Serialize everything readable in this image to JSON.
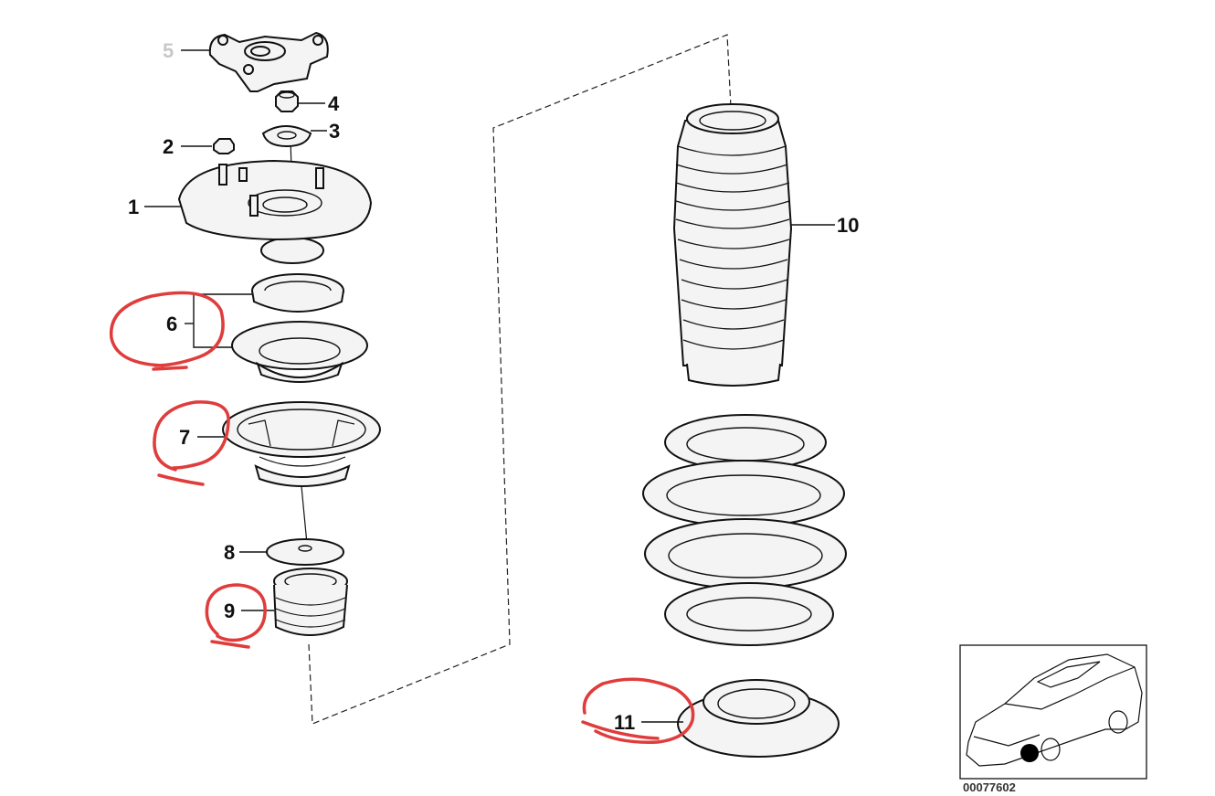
{
  "diagram": {
    "colors": {
      "line": "#111111",
      "part_fill": "#f4f4f4",
      "faded_label": "#c8c8c8",
      "highlight": "#e03c3c",
      "background": "#ffffff"
    },
    "callouts": [
      {
        "id": "1",
        "label": "1"
      },
      {
        "id": "2",
        "label": "2"
      },
      {
        "id": "3",
        "label": "3"
      },
      {
        "id": "4",
        "label": "4"
      },
      {
        "id": "5",
        "label": "5"
      },
      {
        "id": "6",
        "label": "6"
      },
      {
        "id": "7",
        "label": "7"
      },
      {
        "id": "8",
        "label": "8"
      },
      {
        "id": "9",
        "label": "9"
      },
      {
        "id": "10",
        "label": "10"
      },
      {
        "id": "11",
        "label": "11"
      }
    ],
    "highlighted_callouts": [
      "6",
      "7",
      "9",
      "11"
    ],
    "inset": {
      "icon": "car-location-icon",
      "caption": "00077602"
    }
  }
}
